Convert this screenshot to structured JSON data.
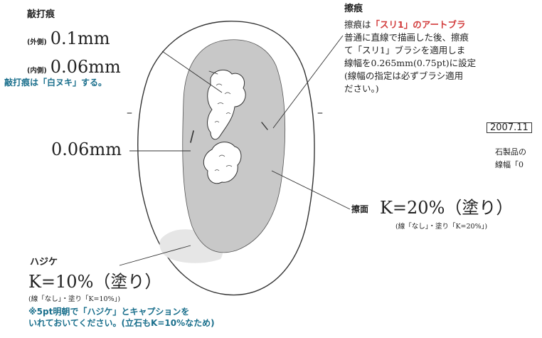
{
  "colors": {
    "stone_fill": "#c8c8c8",
    "hajike_fill": "#e6e6e6",
    "note_teal": "#1a6f8c",
    "accent_red": "#d23c3c",
    "line": "#333333"
  },
  "impact": {
    "title": "敲打痕",
    "outer_prefix": "(外側)",
    "outer_value": "0.1mm",
    "inner_prefix": "(内側)",
    "inner_value": "0.06mm",
    "note": "敲打痕は「白ヌキ」する。"
  },
  "left_width": {
    "value": "0.06mm"
  },
  "hajike": {
    "title": "ハジケ",
    "value": "K=10%（塗り）",
    "sub": "(線「なし」・塗り「K=10%」)",
    "note_line1": "※5pt明朝で「ハジケ」とキャプションを",
    "note_line2": "いれておいてください。(立石もK=10%なため)"
  },
  "scratch": {
    "title": "擦痕",
    "line1_a": "擦痕は",
    "line1_red": "「スリ1」のアートブラ",
    "line2": "普通に直線で描画した後、擦痕",
    "line3": "て「スリ1」ブラシを適用しま",
    "line4": "線幅を0.265mm(0.75pt)に設定",
    "line5": "(線幅の指定は必ずブラシ適用",
    "line6": "ださい。)",
    "date": "2007.11",
    "note_line1": "石製品の",
    "note_line2": "線幅「0"
  },
  "surface": {
    "label": "擦面",
    "value": "K=20%（塗り）",
    "sub": "(線「なし」・塗り「K=20%」)"
  },
  "markers": {
    "left_dash": "–",
    "right_dash": "–"
  }
}
